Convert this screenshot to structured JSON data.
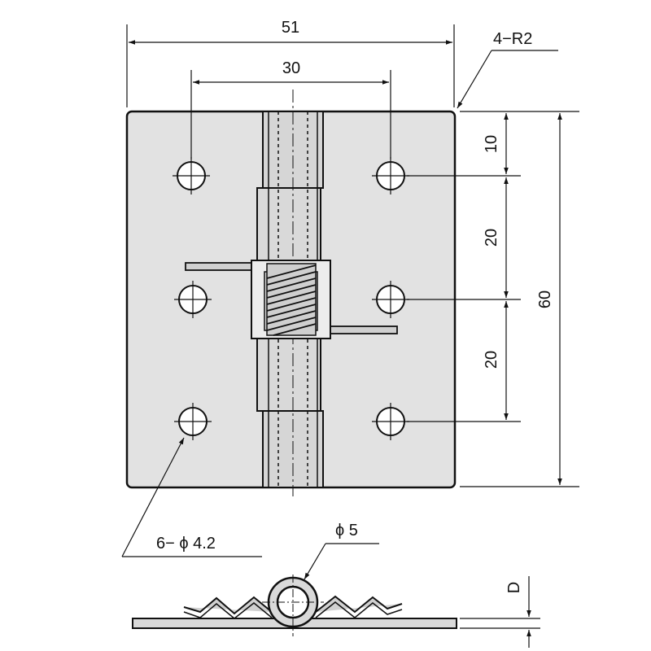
{
  "dimensions": {
    "overall_width": "51",
    "hole_spacing_horizontal": "30",
    "corner_radius_note": "4−R2",
    "top_to_first_hole": "10",
    "hole_pitch_upper": "20",
    "hole_pitch_lower": "20",
    "overall_height": "60",
    "mounting_holes_note": "6− ϕ 4.2",
    "pin_diameter_note": "ϕ 5",
    "thickness_label": "D"
  },
  "colors": {
    "plate_fill": "#e2e2e2",
    "plate_fill_dark": "#cfcfcf",
    "outline": "#111111"
  }
}
